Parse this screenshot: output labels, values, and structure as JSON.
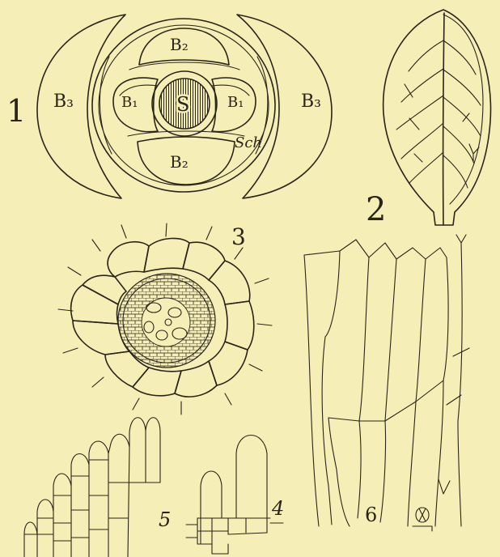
{
  "figures": [
    {
      "number": "1",
      "labels": {
        "bract_outer_left": "B₃",
        "bract_outer_right": "B₃",
        "bract_mid_top": "B₂",
        "bract_mid_bottom": "B₂",
        "bract_inner_left": "B₁",
        "bract_inner_right": "B₁",
        "stem": "S",
        "sheath": "Sch"
      }
    },
    {
      "number": "2"
    },
    {
      "number": "3"
    },
    {
      "number": "4"
    },
    {
      "number": "5"
    },
    {
      "number": "6"
    }
  ],
  "colors": {
    "paper": "#f5eeb7",
    "ink": "#2a2418"
  },
  "monogram_icon": "artist-monogram"
}
